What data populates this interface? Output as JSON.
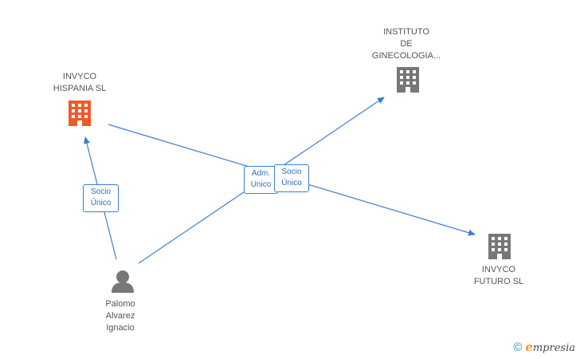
{
  "nodes": {
    "invyco_hispania": {
      "lines": [
        "INVYCO",
        "HISPANIA SL"
      ],
      "icon": "building-icon",
      "color": "#f05a28"
    },
    "instituto": {
      "lines": [
        "INSTITUTO",
        "DE",
        "GINECOLOGIA..."
      ],
      "icon": "building-icon",
      "color": "#777777"
    },
    "invyco_futuro": {
      "lines": [
        "INVYCO",
        "FUTURO SL"
      ],
      "icon": "building-icon",
      "color": "#777777"
    },
    "palomo": {
      "lines": [
        "Palomo",
        "Alvarez",
        "Ignacio"
      ],
      "icon": "person-icon",
      "color": "#777777"
    }
  },
  "edges": {
    "palomo_to_hispania": {
      "lines": [
        "Socio",
        "Único"
      ]
    },
    "palomo_to_instituto": {
      "lines": [
        "Adm.",
        "Unico"
      ]
    },
    "hispania_to_futuro": {
      "lines": [
        "Socio",
        "Único"
      ]
    }
  },
  "colors": {
    "edge": "#3a7fd0"
  },
  "brand": {
    "copyright": "©",
    "initial": "e",
    "rest": "mpresia"
  }
}
